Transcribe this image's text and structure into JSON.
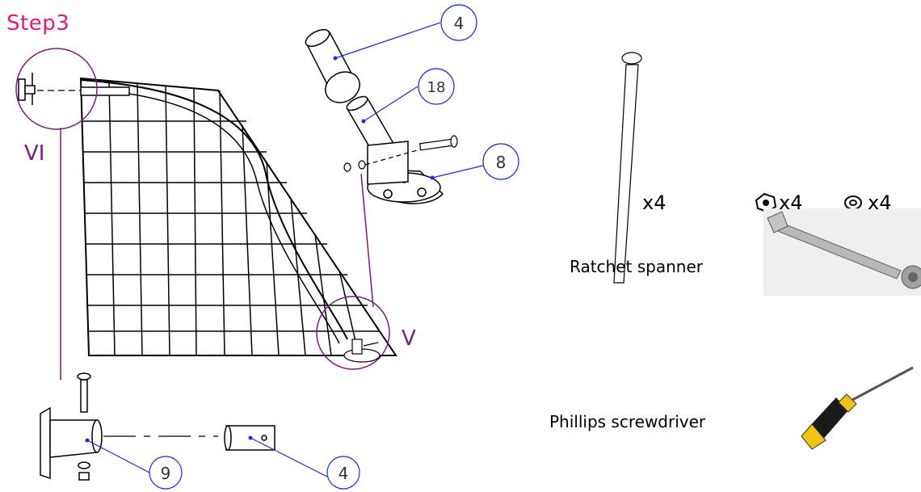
{
  "step_title": "Step3",
  "detail_labels": {
    "upper": "VI",
    "lower": "V"
  },
  "callouts": [
    {
      "id": "callout-4-top",
      "text": "4"
    },
    {
      "id": "callout-18",
      "text": "18"
    },
    {
      "id": "callout-8",
      "text": "8"
    },
    {
      "id": "callout-9",
      "text": "9"
    },
    {
      "id": "callout-4-bottom",
      "text": "4"
    }
  ],
  "hardware": {
    "bolt_qty": "x4",
    "nut_qty": "x4",
    "washer_qty": "x4"
  },
  "tools": {
    "spanner_label": "Ratchet spanner",
    "screwdriver_label": "Phillips screwdriver"
  },
  "colors": {
    "title": "#e6197c",
    "detail_circle": "#7a1a7c",
    "leader": "#1d2bd6",
    "screwdriver_handle": "#f2c40f"
  }
}
